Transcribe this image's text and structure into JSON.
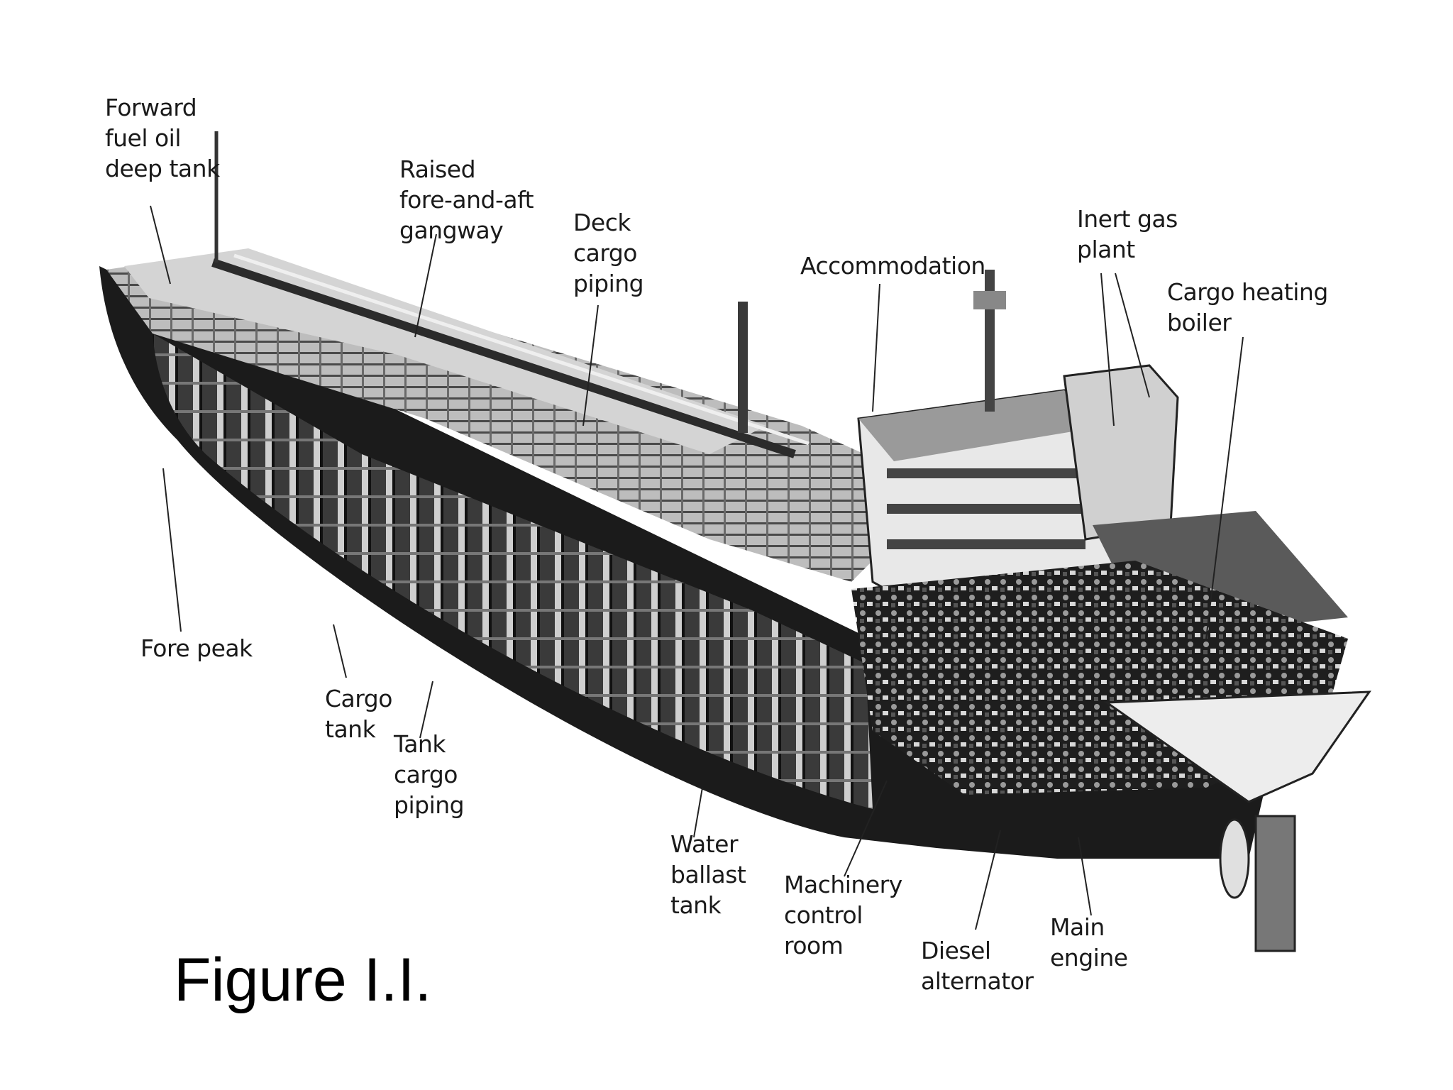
{
  "labels": {
    "forward_fuel": "Forward\nfuel oil\ndeep tank",
    "raised_gangway": "Raised\nfore-and-aft\ngangway",
    "deck_cargo_piping": "Deck\ncargo\npiping",
    "accommodation": "Accommodation",
    "inert_gas": "Inert gas\nplant",
    "cargo_heating": "Cargo heating\nboiler",
    "fore_peak": "Fore peak",
    "cargo_tank": "Cargo\ntank",
    "tank_cargo_piping": "Tank\ncargo\npiping",
    "water_ballast": "Water\nballast\ntank",
    "machinery_control": "Machinery\ncontrol\nroom",
    "diesel_alternator": "Diesel\nalternator",
    "main_engine": "Main\nengine"
  },
  "caption": "Figure I.I."
}
